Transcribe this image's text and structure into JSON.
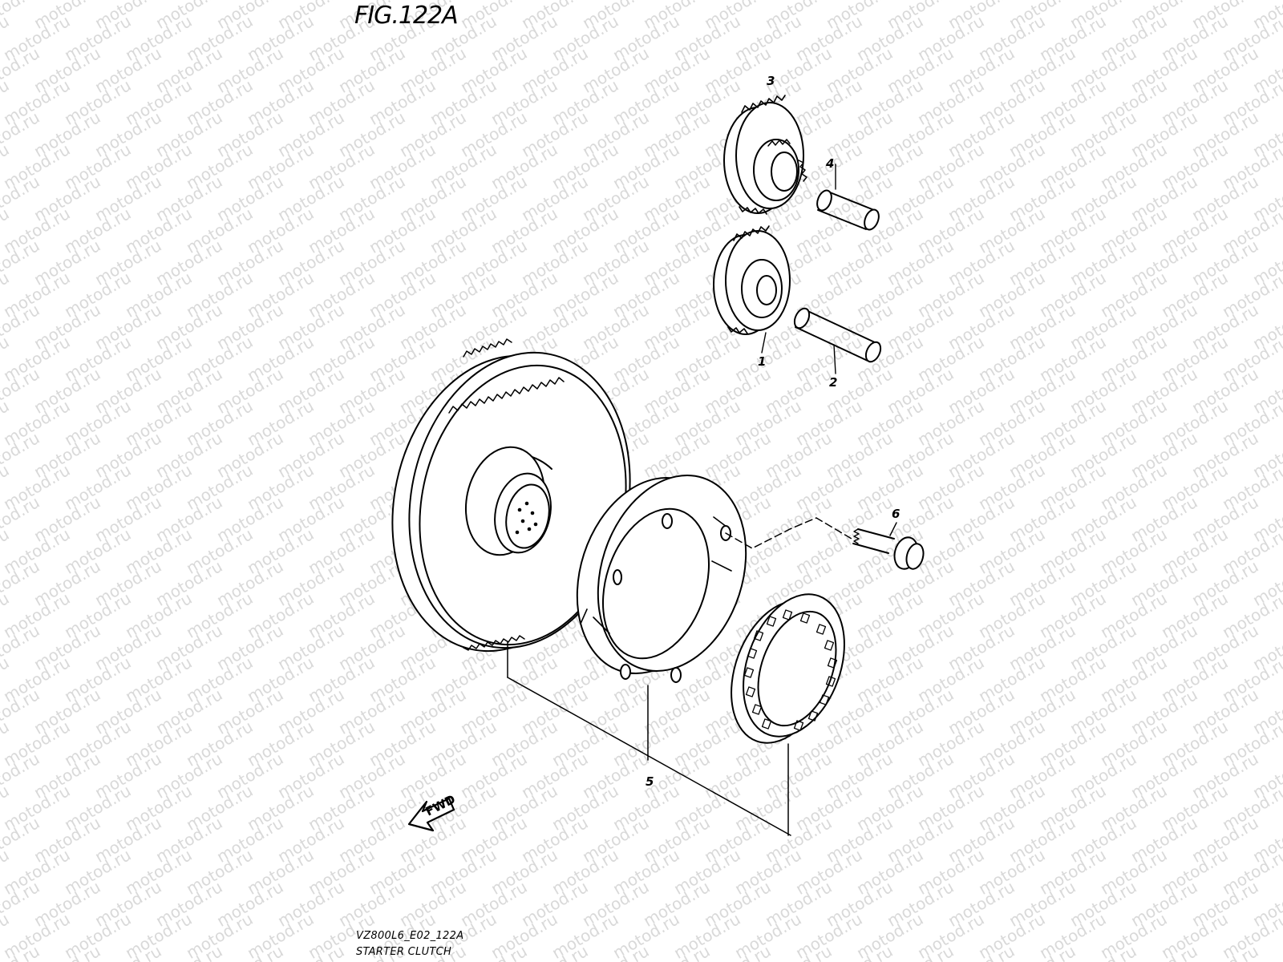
{
  "figure": {
    "title": "FIG.122A",
    "code": "VZ800L6_E02_122A",
    "caption": "STARTER CLUTCH"
  },
  "callouts": [
    "1",
    "2",
    "3",
    "4",
    "5",
    "6"
  ],
  "fwd_arrow": {
    "label": "FWD"
  },
  "watermark": {
    "text": "motod.ru",
    "color": "#d9d9d9"
  },
  "colors": {
    "line": "#000000",
    "background": "#ffffff"
  }
}
